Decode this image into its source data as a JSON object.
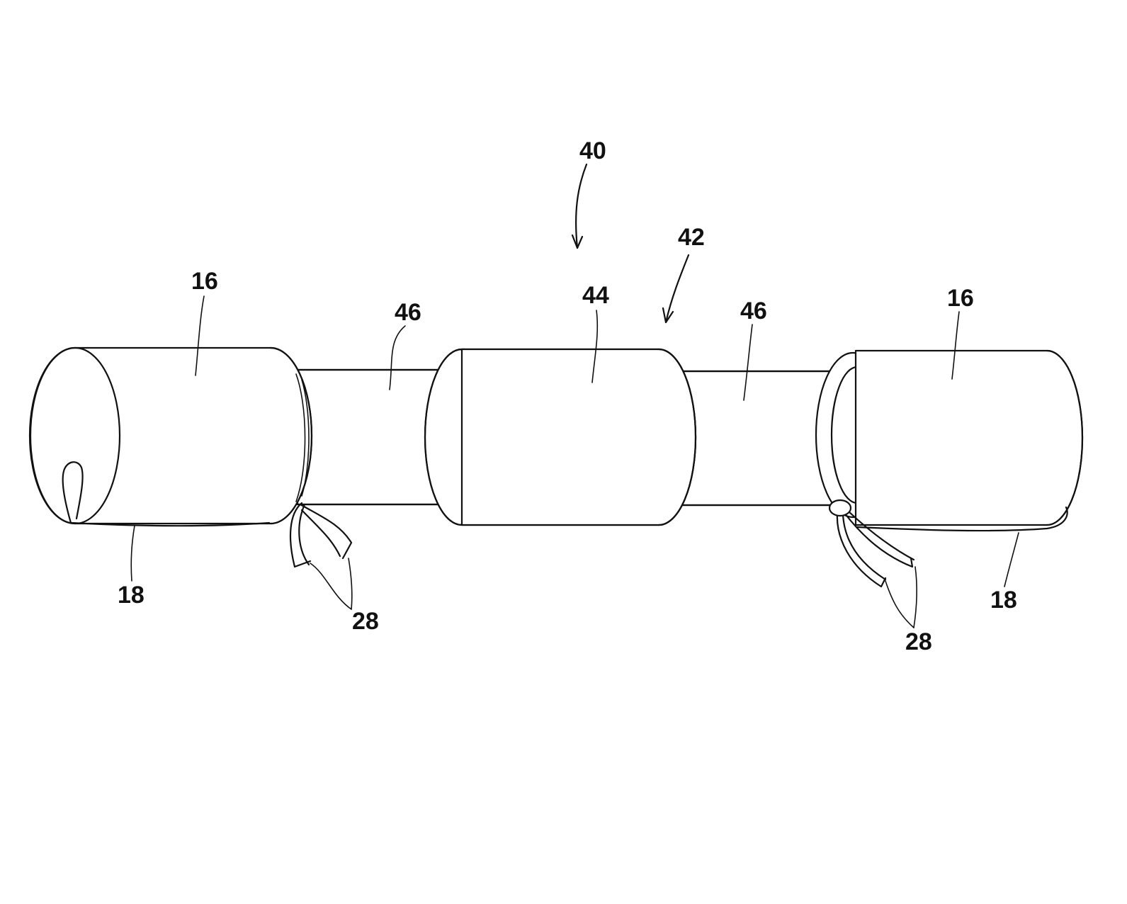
{
  "labels": {
    "assembly": "40",
    "joint": "42",
    "center_collar": "44",
    "left_end_sleeve": "16",
    "right_end_sleeve": "16",
    "left_tube": "46",
    "right_tube": "46",
    "left_strap": "18",
    "right_strap": "18",
    "left_tie": "28",
    "right_tie": "28"
  },
  "colors": {
    "line": "#111111",
    "background": "#ffffff"
  }
}
